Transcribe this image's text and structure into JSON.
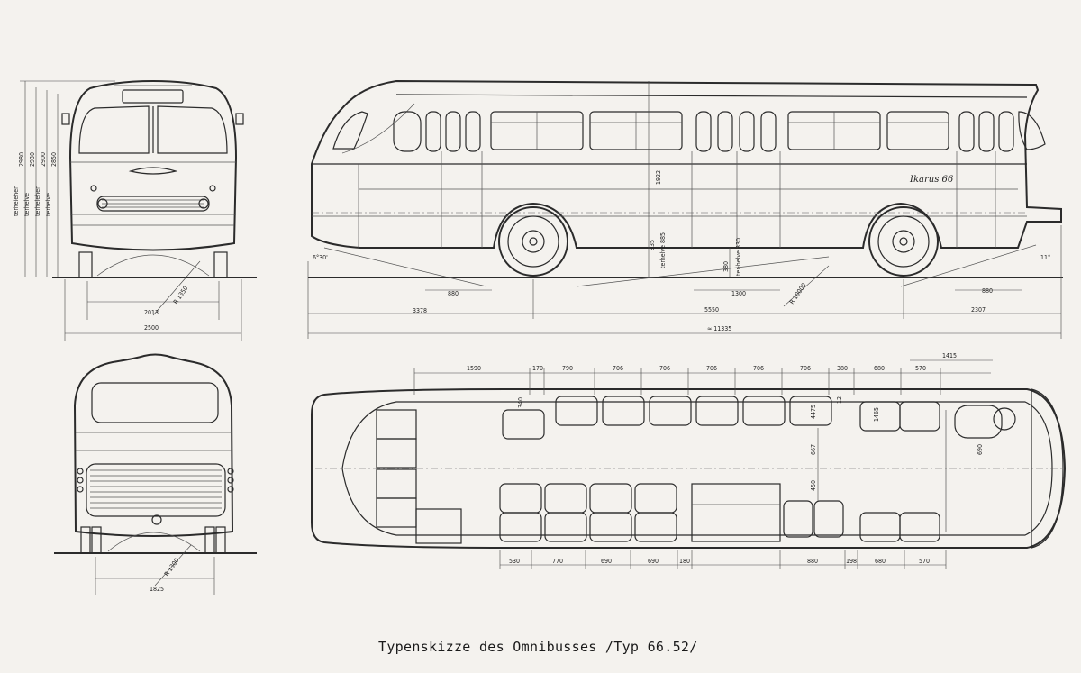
{
  "caption": "Typenskizze des Omnibusses /Typ 66.52/",
  "badge": "Ikarus 66",
  "front": {
    "heights": [
      "2980",
      "2930",
      "2900",
      "2850"
    ],
    "height_notes": [
      "terhelehen",
      "terhelve",
      "terhelehen",
      "terhelve"
    ],
    "track": "2013",
    "width": "2500",
    "radius": "R 1350"
  },
  "side": {
    "roof_height": "1922",
    "floor_height": "935",
    "floor_note": "terhelve 885",
    "step_height": "380",
    "step_note": "ter-helve 330",
    "angle_front": "6°30'",
    "angle_rear": "11°",
    "front_axle_dim": "880",
    "mid_dim": "1300",
    "rear_axle_dim": "880",
    "front_overhang": "3378",
    "wheelbase": "5550",
    "rear_overhang": "2307",
    "total_length": "≈ 11335",
    "radius": "R 10000"
  },
  "rear": {
    "track": "1825",
    "radius": "R 1300"
  },
  "plan": {
    "top_dims": [
      "1590",
      "170",
      "790",
      "706",
      "706",
      "706",
      "706",
      "706",
      "380",
      "680",
      "570"
    ],
    "top_right": "1415",
    "bottom_dims": [
      "530",
      "770",
      "690",
      "690",
      "180",
      "880",
      "198",
      "680",
      "570"
    ],
    "inner_dims": [
      "340",
      "4475",
      "667",
      "450",
      "690",
      "1465",
      "12"
    ]
  }
}
